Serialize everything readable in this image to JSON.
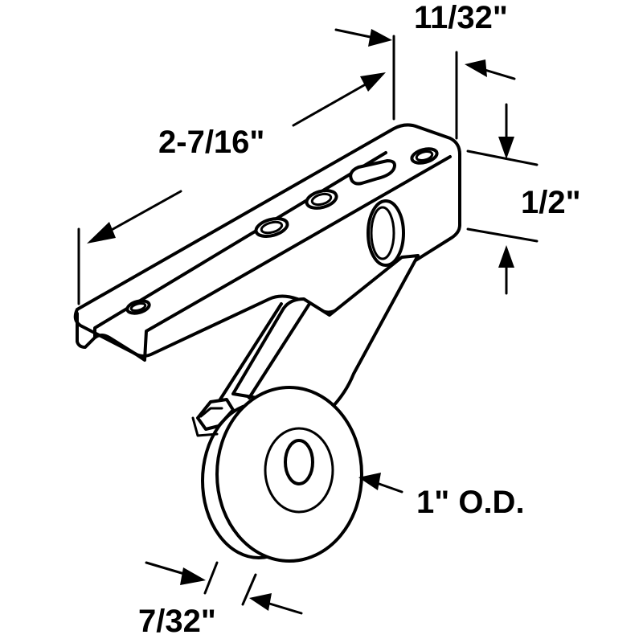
{
  "dimensions": {
    "bracket_length": "2-7/16\"",
    "bracket_width": "11/32\"",
    "bracket_height": "1/2\"",
    "wheel_diameter": "1\" O.D.",
    "wheel_thickness": "7/32\""
  },
  "colors": {
    "ink": "#000000",
    "paper": "#ffffff"
  }
}
